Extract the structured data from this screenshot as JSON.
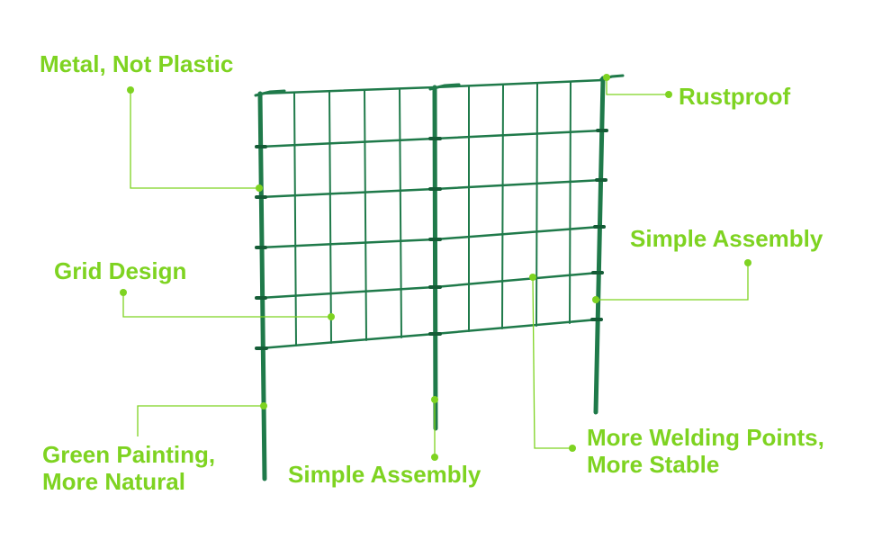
{
  "colors": {
    "accent": "#7ed321",
    "fence": "#1f7a4a",
    "fence_dark": "#145c36",
    "background": "#ffffff"
  },
  "labels": {
    "metal": "Metal, Not Plastic",
    "rustproof": "Rustproof",
    "simple_assembly_right": "Simple Assembly",
    "grid_design": "Grid Design",
    "green_painting_line1": "Green Painting,",
    "green_painting_line2": "More Natural",
    "simple_assembly_bottom": "Simple Assembly",
    "welding_line1": "More Welding Points,",
    "welding_line2": "More Stable"
  }
}
